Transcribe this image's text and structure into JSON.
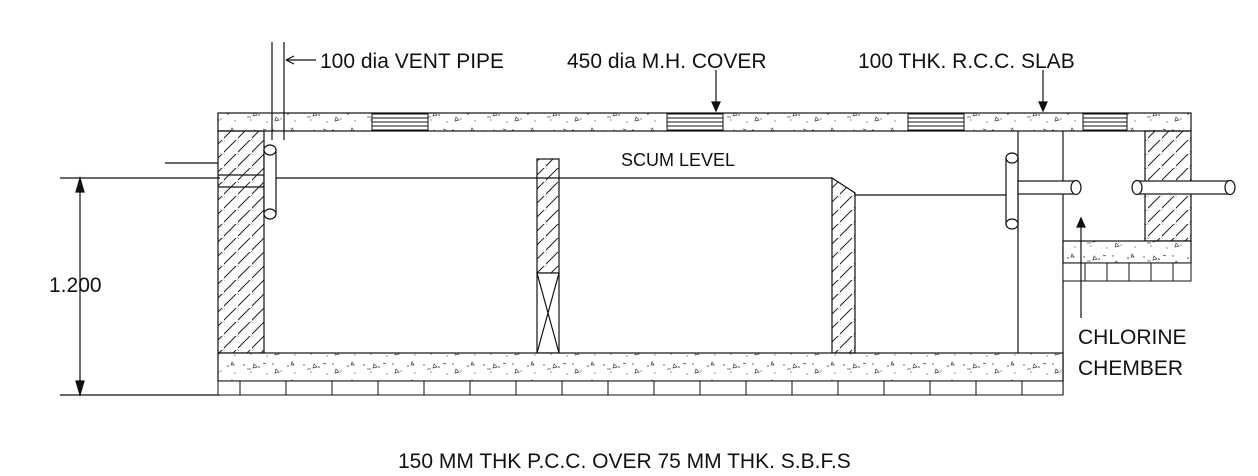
{
  "labels": {
    "vent_pipe": "100 dia VENT PIPE",
    "mh_cover": "450 dia M.H. COVER",
    "rcc_slab": "100 THK. R.C.C. SLAB",
    "scum_level": "SCUM LEVEL",
    "depth": "1.200",
    "chlorine_line1": "CHLORINE",
    "chlorine_line2": "CHEMBER",
    "base_note": "150 MM THK P.C.C. OVER 75 MM THK. S.B.F.S"
  }
}
